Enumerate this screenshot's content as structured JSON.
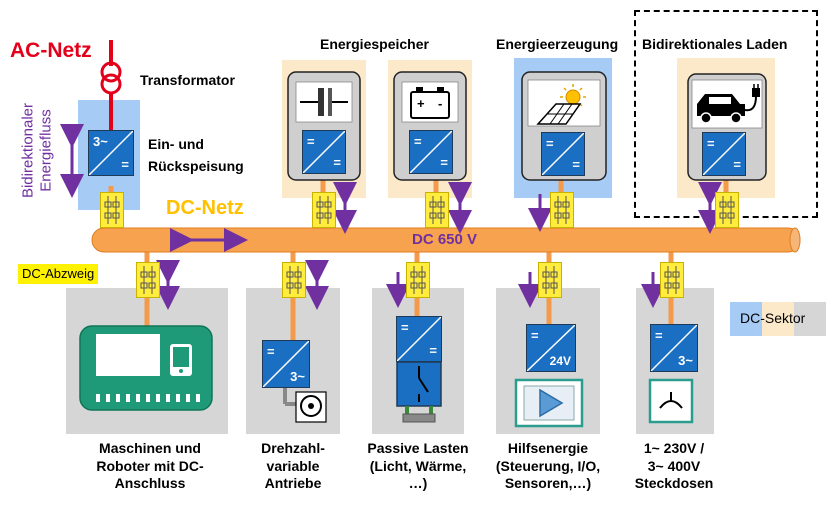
{
  "title_ac": "AC-Netz",
  "transformer_label": "Transformator",
  "bidirectional_flow_label": [
    "Bidirektionaler",
    "Energiefluss"
  ],
  "infeed_label": [
    "Ein- und",
    "Rückspeisung"
  ],
  "dc_grid_label": "DC-Netz",
  "dc_branch_label": "DC-Abzweig",
  "bus_voltage_label": "DC 650 V",
  "header_storage": "Energiespeicher",
  "header_generation": "Energieerzeugung",
  "header_bidirectional_charging": "Bidirektionales Laden",
  "legend_label": "DC-Sektor",
  "loads": [
    {
      "label": [
        "Maschinen und",
        "Roboter mit DC-",
        "Anschluss"
      ]
    },
    {
      "label": [
        "Drehzahl-",
        "variable",
        "Antriebe"
      ]
    },
    {
      "label": [
        "Passive Lasten",
        "(Licht, Wärme,",
        "…)"
      ]
    },
    {
      "label": [
        "Hilfsenergie",
        "(Steuerung, I/O,",
        "Sensoren,…)"
      ]
    },
    {
      "label": [
        "1~ 230V /",
        "3~ 400V",
        "Steckdosen"
      ]
    }
  ],
  "converter_symbols": {
    "ac3": "3~",
    "dc": "=",
    "v24": "24V"
  },
  "battery_symbols": {
    "plus": "+",
    "minus": "-"
  },
  "colors": {
    "ac_red": "#e3001b",
    "bus_orange": "#f7a24f",
    "bus_text": "#7030a0",
    "arrow_purple": "#7030a0",
    "dc_label_yellow": "#ffd22e",
    "sector_blue": "#a6ccf5",
    "sector_beige": "#fbe9c9",
    "sector_gray": "#d6d6d6",
    "converter_blue": "#1b6fc2",
    "machine_green": "#1e9a78"
  }
}
